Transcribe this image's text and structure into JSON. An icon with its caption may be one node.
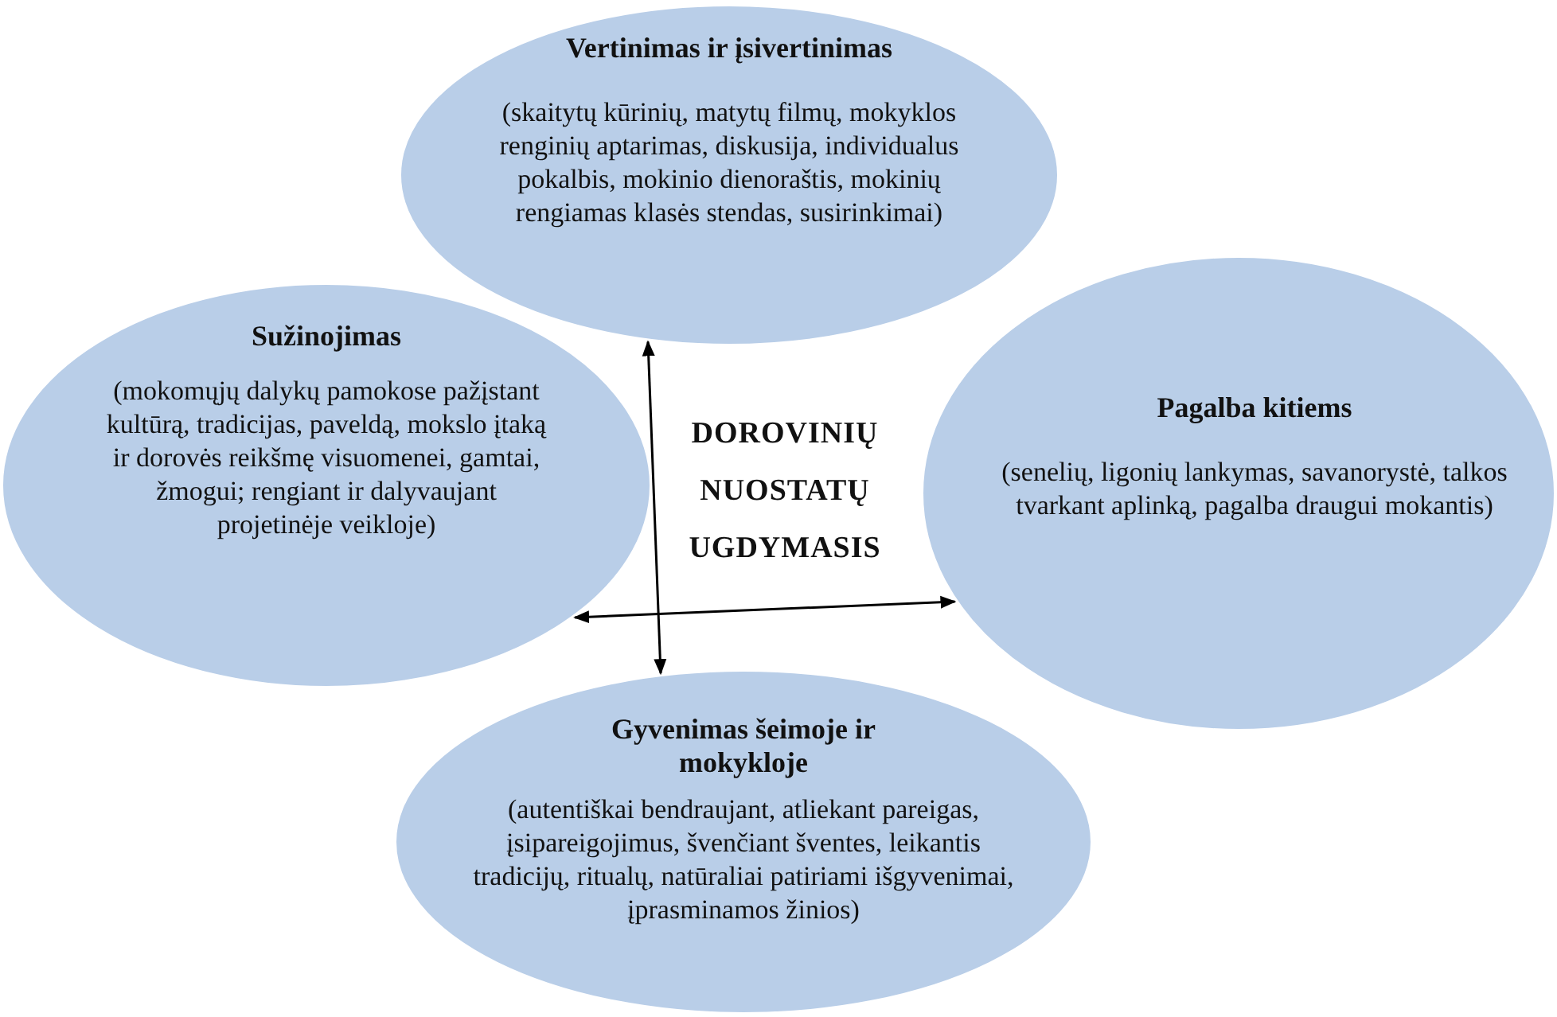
{
  "diagram": {
    "nodes": [
      {
        "text": [
          "Vertinimas ir įsivertinimas",
          "(skaitytų kūrinių, matytų filmų, mokyklos renginių aptarimas, diskusija, individualus pokalbis, mokinio dienoraštis, mokinių rengiamas klasės stendas, susirinkimai)"
        ]
      },
      {
        "text": [
          "Sužinojimas",
          "(mokomųjų dalykų pamokose pažįstant kultūrą, tradicijas, paveldą, mokslo įtaką ir dorovės reikšmę visuomenei, gamtai, žmogui; rengiant ir dalyvaujant projetinėje veikloje)"
        ]
      },
      {
        "text": [
          "DOROVINIŲ NUOSTATŲ UGDYMASIS"
        ]
      },
      {
        "text": [
          "Pagalba kitiems",
          "(senelių, ligonių lankymas, savanorystė, talkos tvarkant aplinką, pagalba draugui mokantis)"
        ]
      },
      {
        "text": [
          "Gyvenimas šeimoje ir mokykloje",
          "(autentiškai bendraujant, atliekant pareigas, įsipareigojimus, švenčiant šventes, leikantis tradicijų, ritualų, natūraliai patiriami išgyvenimai, įprasminamos žinios)"
        ]
      }
    ],
    "edges": [
      {
        "from": 0,
        "to": 4,
        "arrow": "both"
      },
      {
        "from": 1,
        "to": 3,
        "arrow": "both"
      }
    ]
  }
}
